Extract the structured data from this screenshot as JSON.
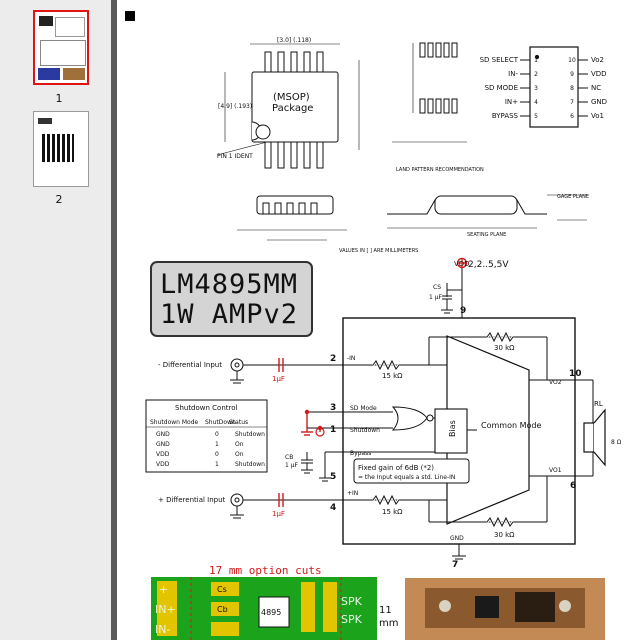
{
  "sidebar": {
    "thumbnails": [
      {
        "page_number": "1",
        "selected": true
      },
      {
        "page_number": "2",
        "selected": false
      }
    ]
  },
  "page": {
    "title_lines": [
      "LM4895MM",
      "1W AMPv2"
    ],
    "package": {
      "label_line1": "(MSOP)",
      "label_line2": "Package",
      "pin1_label": "PIN 1 IDENT",
      "dim_width": "[3.0] (.118)",
      "dim_height": "[4.9] (.193)",
      "units_note": "VALUES IN [ ] ARE MILLIMETERS",
      "land_pattern": "LAND PATTERN RECOMMENDATION",
      "gage_plane": "GAGE PLANE",
      "seating_plane": "SEATING PLANE"
    },
    "pinout": {
      "left_labels": [
        "SD SELECT",
        "IN-",
        "SD MODE",
        "IN+",
        "BYPASS"
      ],
      "left_pins": [
        "1",
        "2",
        "3",
        "4",
        "5"
      ],
      "right_labels": [
        "Vo2",
        "VDD",
        "NC",
        "GND",
        "Vo1"
      ],
      "right_pins": [
        "10",
        "9",
        "8",
        "7",
        "6"
      ]
    },
    "schematic": {
      "vdd_label": "VDD",
      "vdd_value": "2,2..5,5V",
      "cs_label": "CS",
      "cs_value": "1 µF",
      "cb_label": "CB",
      "cb_value": "1 µF",
      "diff_input_minus": "- Differential Input",
      "diff_input_plus": "+ Differential Input",
      "cap_value": "1µF",
      "r_feedback": "30 kΩ",
      "r_input": "15 kΩ",
      "pin_labels": {
        "in_minus": "-IN",
        "in_plus": "+IN",
        "sd_mode": "SD Mode",
        "shutdown": "Shutdown",
        "bypass": "Bypass",
        "gnd": "GND",
        "vo2": "VO2",
        "vo1": "VO1"
      },
      "pin_numbers": {
        "p9": "9",
        "p2": "2",
        "p3": "3",
        "p1": "1",
        "p5": "5",
        "p4": "4",
        "p10": "10",
        "p6": "6",
        "p7": "7"
      },
      "bias_label": "Bias",
      "common_mode_label": "Common Mode",
      "speaker_label": "RL",
      "speaker_value": "8 Ω",
      "note_line1": "Fixed gain of 6dB (*2)",
      "note_line2": "= the Input equals a std. Line-IN",
      "shutdown_table": {
        "title": "Shutdown Control",
        "headers": [
          "Shutdown Mode",
          "ShutDown",
          "Status"
        ],
        "rows": [
          [
            "GND",
            "0",
            "Shutdown"
          ],
          [
            "GND",
            "1",
            "On"
          ],
          [
            "VDD",
            "0",
            "On"
          ],
          [
            "VDD",
            "1",
            "Shutdown"
          ]
        ]
      }
    },
    "pcb": {
      "cuts_label": "17 mm option cuts",
      "chip_label": "4895",
      "cs_label": "Cs",
      "cb_label": "Cb",
      "left_labels": [
        "+",
        "IN+",
        "IN-"
      ],
      "right_labels": [
        "SPK",
        "SPK"
      ],
      "height_label": "11",
      "height_unit": "mm"
    }
  }
}
